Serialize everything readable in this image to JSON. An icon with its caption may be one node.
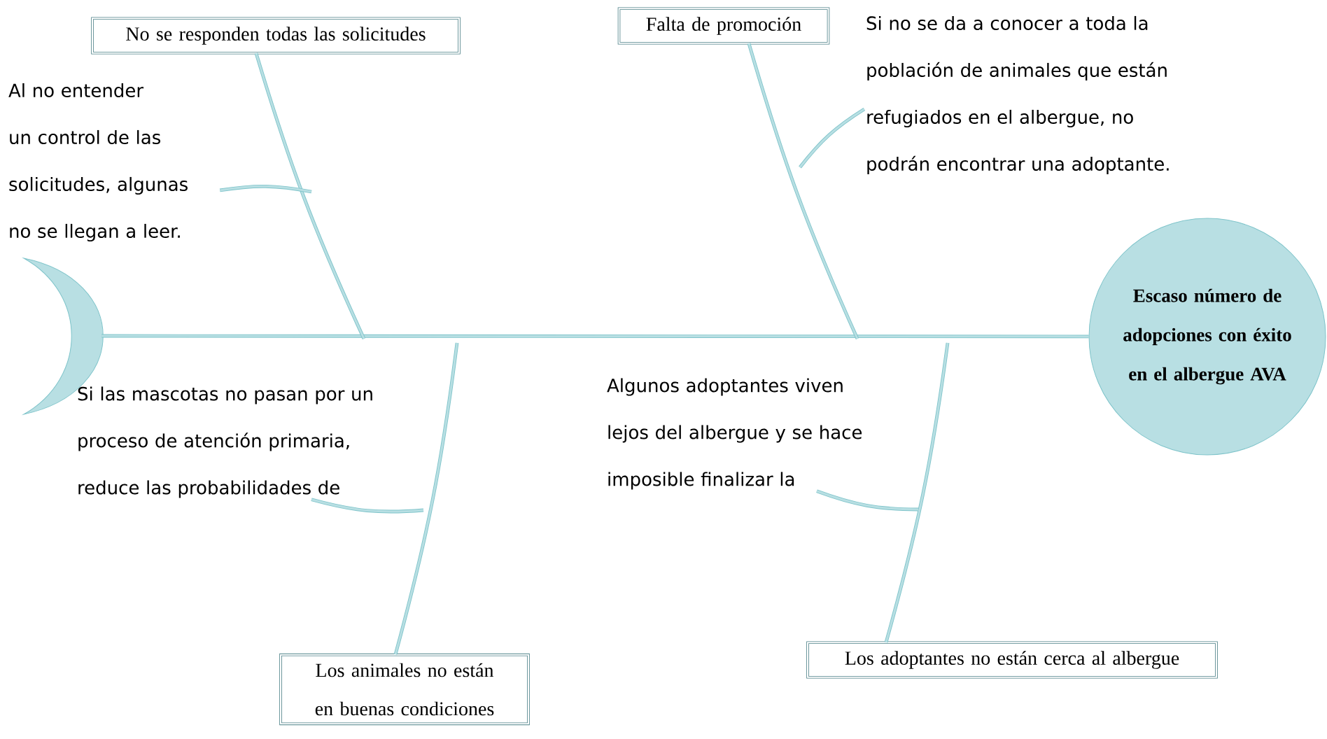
{
  "diagram": {
    "nodes": [
      {
        "text": [
          "No se responden todas las solicitudes"
        ]
      },
      {
        "text": [
          "Falta de promoción"
        ]
      },
      {
        "text": [
          "Escaso número de adopciones con éxito en el albergue AVA"
        ]
      },
      {
        "text": [
          "Los animales no están en buenas condiciones"
        ]
      },
      {
        "text": [
          "Los adoptantes no están cerca al albergue"
        ]
      },
      {
        "text": [],
        "shape": "crescent"
      },
      {
        "text": [
          "Al no entender un control de las solicitudes, algunas no se llegan a leer."
        ]
      },
      {
        "text": [
          "Si no se da a conocer a toda la población de animales que están refugiados en el albergue, no podrán encontrar una adoptante."
        ]
      },
      {
        "text": [
          "Si las mascotas no pasan por un proceso de atención primaria, reduce las probabilidades de"
        ]
      },
      {
        "text": [
          "Algunos adoptantes viven lejos del albergue y se hace imposible finalizar la"
        ]
      }
    ],
    "edges": [
      {
        "from": 5,
        "to": 2,
        "arrow": "none"
      },
      {
        "from": 0,
        "to": null,
        "arrow": "none"
      },
      {
        "from": 1,
        "to": null,
        "arrow": "none"
      },
      {
        "from": 3,
        "to": null,
        "arrow": "none"
      },
      {
        "from": 4,
        "to": null,
        "arrow": "none"
      },
      {
        "from": 6,
        "to": null,
        "arrow": "none"
      },
      {
        "from": 7,
        "to": null,
        "arrow": "none"
      },
      {
        "from": 8,
        "to": null,
        "arrow": "none"
      },
      {
        "from": 9,
        "to": null,
        "arrow": "none"
      }
    ]
  }
}
